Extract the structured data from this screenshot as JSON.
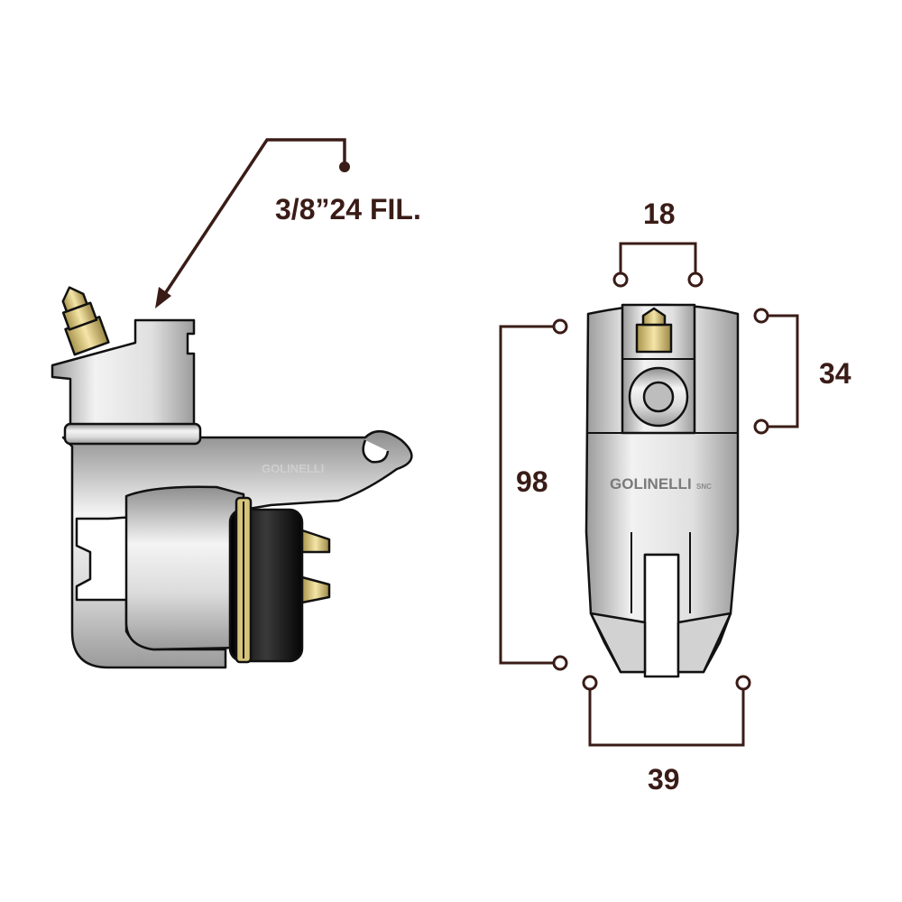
{
  "thread_label": "3/8”24 FIL.",
  "brand": {
    "name": "GOLINELLI",
    "suffix": "SNC"
  },
  "dimensions": {
    "top_width": "18",
    "head_height": "34",
    "total_height": "98",
    "bottom_width": "39"
  },
  "colors": {
    "dimension_line": "#3a1c17",
    "metal_light": "#f2f2f2",
    "metal_mid": "#c9c9c9",
    "metal_dark": "#8a8a8a",
    "rubber": "#1a1a1a",
    "brass": "#d8c27a"
  }
}
